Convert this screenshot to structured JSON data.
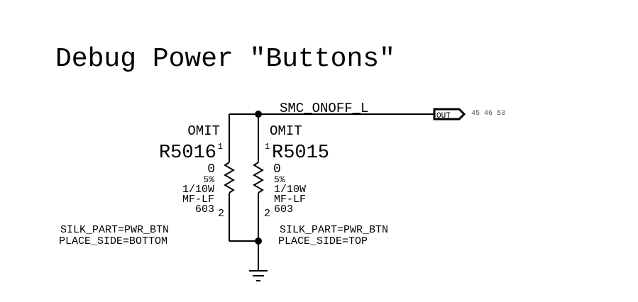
{
  "title": "Debug Power \"Buttons\"",
  "net": {
    "name": "SMC_ONOFF_L",
    "port_label": "OUT",
    "page_refs": "45 46 53"
  },
  "resistors": [
    {
      "ref": "R5016",
      "omit": "OMIT",
      "value": "0",
      "tolerance": "5%",
      "power": "1/10W",
      "type": "MF-LF",
      "package": "603",
      "pin1": "1",
      "pin2": "2",
      "silk_part": "SILK_PART=PWR_BTN",
      "place_side": "PLACE_SIDE=BOTTOM"
    },
    {
      "ref": "R5015",
      "omit": "OMIT",
      "value": "0",
      "tolerance": "5%",
      "power": "1/10W",
      "type": "MF-LF",
      "package": "603",
      "pin1": "1",
      "pin2": "2",
      "silk_part": "SILK_PART=PWR_BTN",
      "place_side": "PLACE_SIDE=TOP"
    }
  ],
  "ground_symbol": "ground"
}
